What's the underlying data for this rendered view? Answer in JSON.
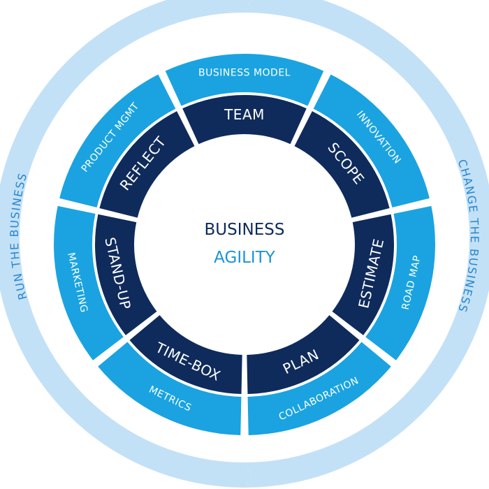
{
  "colors": {
    "outer_band": "#c3e1f6",
    "middle_ring": "#1aa3e0",
    "inner_ring": "#0f2b5c",
    "center_fill": "#ffffff",
    "arc_text": "#2a86cf",
    "center_title": "#0e2a5c",
    "center_subtitle": "#1c93d8"
  },
  "outer_arrows": {
    "left": "RUN THE BUSINESS",
    "right": "CHANGE THE BUSINESS"
  },
  "middle_ring": [
    "BUSINESS MODEL",
    "INNOVATION",
    "ROAD MAP",
    "COLLABORATION",
    "METRICS",
    "MARKETING",
    "PRODUCT MGMT"
  ],
  "inner_ring": [
    "TEAM",
    "SCOPE",
    "ESTIMATE",
    "PLAN",
    "TIME-BOX",
    "STAND-UP",
    "REFLECT"
  ],
  "center": {
    "line1": "BUSINESS",
    "line2": "AGILITY"
  }
}
